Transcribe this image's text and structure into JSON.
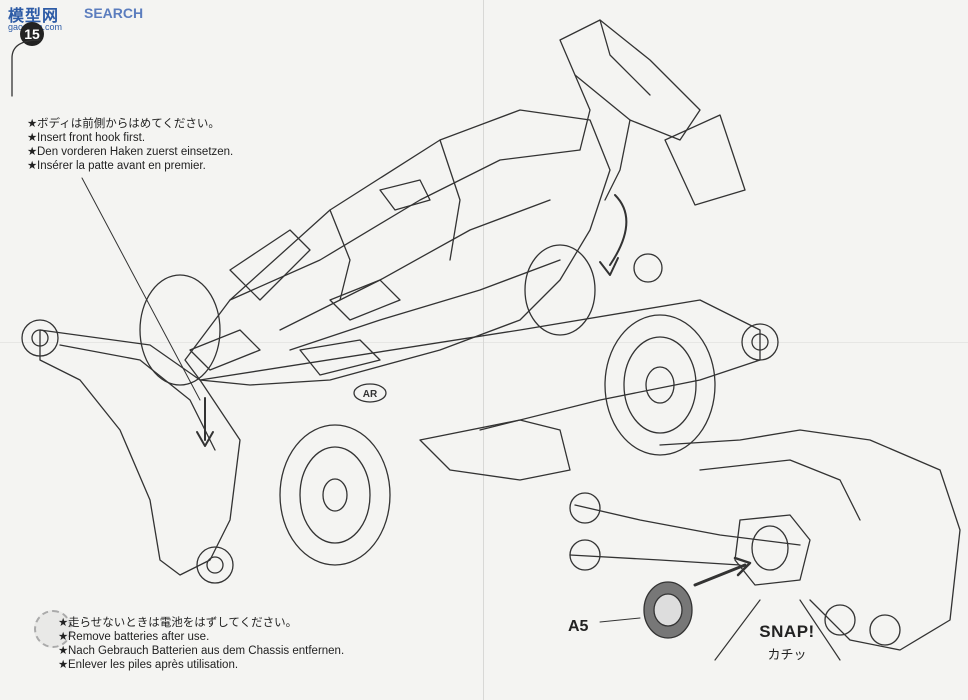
{
  "watermark": {
    "logo_cn": "模型网",
    "logo_en": "SEARCH",
    "url": "gaoshan.com"
  },
  "step_number": "15",
  "body_note": {
    "lines": [
      "ボディは前側からはめてください。",
      "Insert front hook first.",
      "Den vorderen Haken zuerst einsetzen.",
      "Insérer la patte avant en premier."
    ]
  },
  "battery_note": {
    "lines": [
      "走らせないときは電池をはずしてください。",
      "Remove batteries after use.",
      "Nach Gebrauch Batterien aus dem Chassis entfernen.",
      "Enlever les piles après utilisation."
    ]
  },
  "part_label": "A5",
  "snap_label": "SNAP!",
  "snap_label_jp": "カチッ",
  "body_badge": "AR",
  "icons": [
    "pointer-arrow-icon",
    "insert-arrow-icon",
    "battery-warning-icon"
  ]
}
